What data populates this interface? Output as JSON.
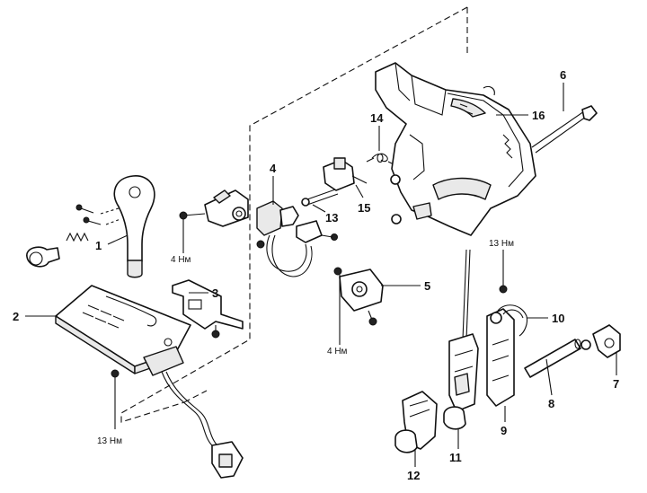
{
  "callouts": {
    "c1": "1",
    "c2": "2",
    "c3": "3",
    "c4": "4",
    "c5": "5",
    "c6": "6",
    "c7": "7",
    "c8": "8",
    "c9": "9",
    "c10": "10",
    "c11": "11",
    "c12": "12",
    "c13": "13",
    "c14": "14",
    "c15": "15",
    "c16": "16"
  },
  "torques": {
    "t_4nm_left": "4 Нм",
    "t_4nm_center": "4 Нм",
    "t_13nm_right": "13 Нм",
    "t_13nm_bottom": "13 Нм"
  }
}
